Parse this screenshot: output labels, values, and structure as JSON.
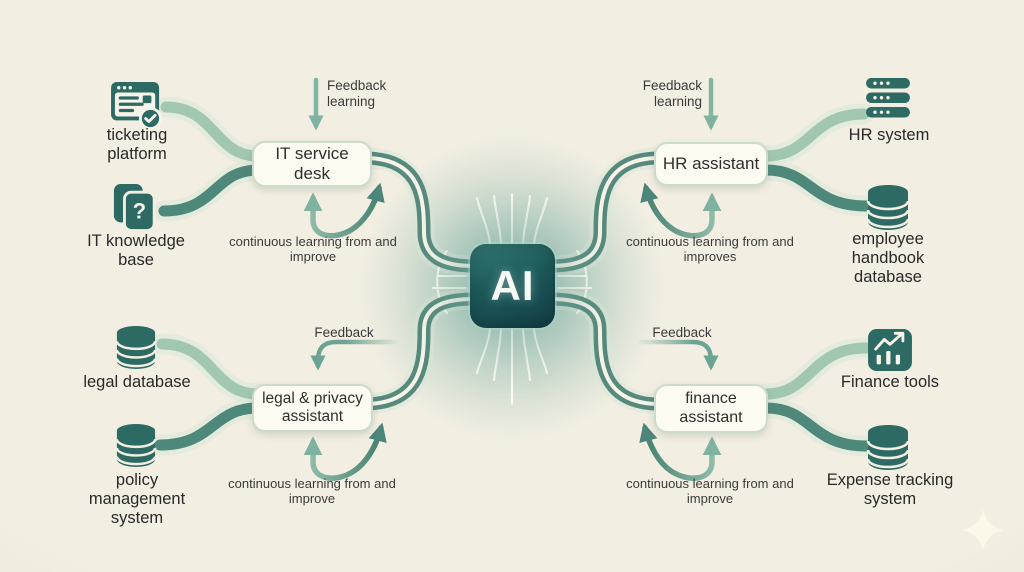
{
  "palette": {
    "background": "#f2efe2",
    "pipe_light": "#a2c7b1",
    "pipe_dark": "#4e887b",
    "pipe_chip": "#57897d",
    "arrow_light": "#7fb2a0",
    "arrow_dark": "#4c857a",
    "icon_teal": "#2d6a63",
    "chip_fill": "#1d5b5c",
    "text": "#2d2d2d"
  },
  "center_node": {
    "label": "AI"
  },
  "assistants": {
    "it": {
      "name": "IT service desk",
      "feedback": "Feedback learning",
      "loop": "continuous learning from and improve"
    },
    "hr": {
      "name": "HR assistant",
      "feedback": "Feedback learning",
      "loop": "continuous learning from and improves"
    },
    "legal": {
      "name": "legal & privacy assistant",
      "feedback": "Feedback",
      "loop": "continuous learning from and improve"
    },
    "finance": {
      "name": "finance assistant",
      "feedback": "Feedback",
      "loop": "continuous learning from and improve"
    }
  },
  "sources": {
    "ticketing": {
      "label": "ticketing platform",
      "icon": "ticketing-window-check-icon"
    },
    "it_kb": {
      "label": "IT knowledge base",
      "icon": "document-question-icon",
      "glyph": "?"
    },
    "hr_system": {
      "label": "HR system",
      "icon": "server-stack-icon"
    },
    "handbook": {
      "label": "employee handbook database",
      "icon": "database-icon"
    },
    "legal_db": {
      "label": "legal database",
      "icon": "database-icon"
    },
    "policy": {
      "label": "policy management system",
      "icon": "database-icon"
    },
    "fin_tools": {
      "label": "Finance tools",
      "icon": "line-chart-icon"
    },
    "expense": {
      "label": "Expense tracking system",
      "icon": "database-icon"
    }
  }
}
